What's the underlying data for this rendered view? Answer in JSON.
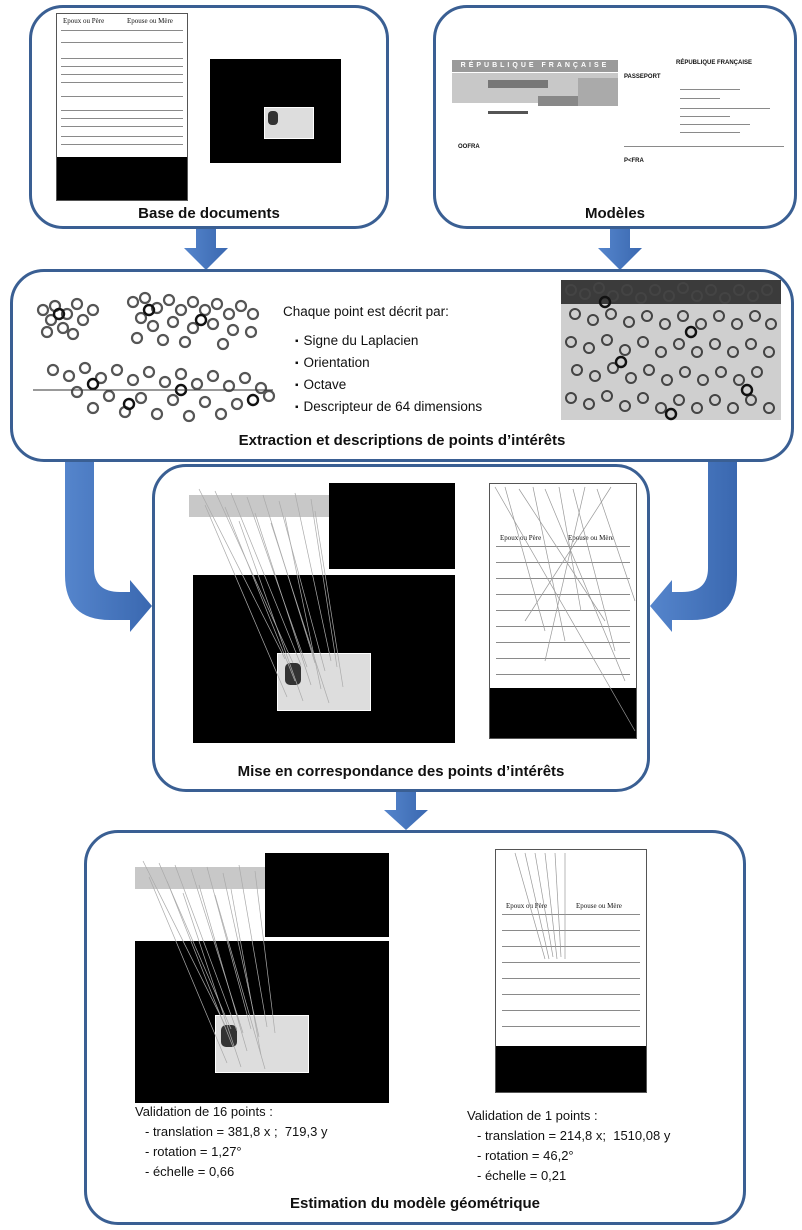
{
  "boxes": {
    "base_docs": {
      "caption": "Base de documents"
    },
    "models": {
      "caption": "Modèles"
    },
    "extraction": {
      "caption": "Extraction et descriptions de points d’intérêts",
      "intro": "Chaque point est décrit par:",
      "items": [
        "Signe du Laplacien",
        "Orientation",
        "Octave",
        "Descripteur de 64 dimensions"
      ]
    },
    "matching": {
      "caption": "Mise en correspondance des points d’intérêts"
    },
    "estimation": {
      "caption": "Estimation du modèle géométrique",
      "left": {
        "title": "Validation de 16 points :",
        "translation": "- translation = 381,8 x ;  719,3 y",
        "rotation": "- rotation = 1,27°",
        "scale": "- échelle = 0,66"
      },
      "right": {
        "title": "Validation de 1 points :",
        "translation": "- translation = 214,8 x;  1510,08 y",
        "rotation": "- rotation = 46,2°",
        "scale": "- échelle = 0,21"
      }
    }
  },
  "form_labels": {
    "father": "Epoux ou Père",
    "mother": "Epouse ou Mère"
  },
  "passport": {
    "banner": "RÉPUBLIQUE FRANÇAISE",
    "title": "PASSEPORT",
    "country": "RÉPUBLIQUE FRANÇAISE",
    "code1": "OOFRA",
    "code2": "P<FRA"
  },
  "colors": {
    "border": "#3a5f93",
    "arrow": "#4a78c0"
  }
}
